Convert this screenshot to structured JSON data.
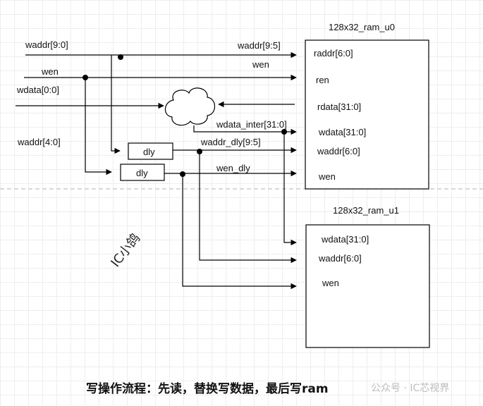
{
  "colors": {
    "line": "#000000",
    "dashed": "#cccccc",
    "watermark": "#bbbbbb"
  },
  "ram_u0": {
    "name": "128x32_ram_u0",
    "ports": [
      "raddr[6:0]",
      "ren",
      "rdata[31:0]",
      "wdata[31:0]",
      "waddr[6:0]",
      "wen"
    ]
  },
  "ram_u1": {
    "name": "128x32_ram_u1",
    "ports": [
      "wdata[31:0]",
      "waddr[6:0]",
      "wen"
    ]
  },
  "inputs": {
    "waddr_in": "waddr[9:0]",
    "wen_in": "wen",
    "wdata_in": "wdata[0:0]",
    "waddr_low": "waddr[4:0]"
  },
  "wires": {
    "waddr_to_raddr": "waddr[9:5]",
    "wen_to_ren": "wen",
    "wdata_inter": "wdata_inter[31:0]",
    "waddr_dly": "waddr_dly[9:5]",
    "wen_dly": "wen_dly"
  },
  "blocks": {
    "dly1": "dly",
    "dly2": "dly"
  },
  "diagonal_label": "IC小鸽",
  "caption": "写操作流程：先读，替换写数据，最后写ram",
  "watermark": "公众号 · IC芯视界"
}
